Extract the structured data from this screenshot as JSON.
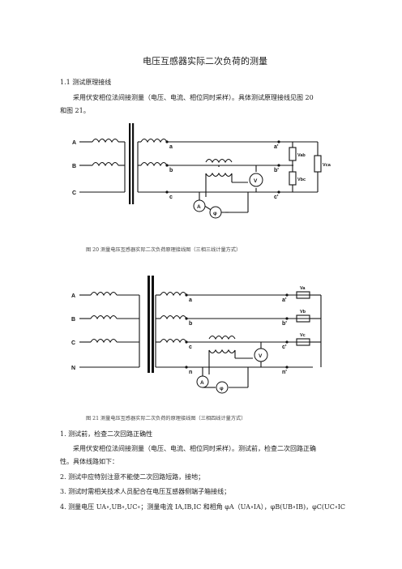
{
  "doc_title": "电压互感器实际二次负荷的测量",
  "section": {
    "heading": "1.1  测试原理接线",
    "para_line1": "采用伏安相位法间接测量（电压、电流、相位同时采样）。具体测试原理接线见图  20",
    "para_line2": "和图 21。"
  },
  "figure20": {
    "caption": "图 20   测量电压互感器实际二次负荷原理接线图（三相三线计量方式）",
    "labels": {
      "A": "A",
      "B": "B",
      "C": "C",
      "a": "a",
      "b": "b",
      "c": "c",
      "a2": "a'",
      "b2": "b'",
      "c2": "c'",
      "vab": "Vab",
      "vbc": "Vbc",
      "vca": "Vca",
      "V": "V",
      "A_meter": "A",
      "phi": "φ"
    }
  },
  "figure21": {
    "caption": "图 21    测量电压互感器实际二次负荷的原理接线图（三相四线计量方式）",
    "labels": {
      "A": "A",
      "B": "B",
      "C": "C",
      "N": "N",
      "a": "a",
      "b": "b",
      "c": "c",
      "n": "n",
      "a2": "a'",
      "b2": "b'",
      "c2": "c'",
      "n2": "n'",
      "va": "Va",
      "vb": "Vb",
      "vc": "Vc",
      "V": "V",
      "A_meter": "A",
      "phi": "φ"
    }
  },
  "steps": {
    "s1_title": "1. 测试前，检查二次回路正确性",
    "s1_line1": "采用伏安相位法间接测量（电压、电流、相位同时采样）。测试前，检查二次回路正确",
    "s1_line2": "性。具体线路如下：",
    "s2": "2. 测试中应特别注意不能使二次回路短路，接地；",
    "s3": "3. 测试时需相关技术人员配合在电压互感器侧端子箱接线；",
    "s4": "4. 测量电压  UA∘,UB∘,UC∘；测量电流  IA,IB,IC 和相角 φA（UA∘IA），φB(UB∘IB)，φC(UC∘IC"
  }
}
